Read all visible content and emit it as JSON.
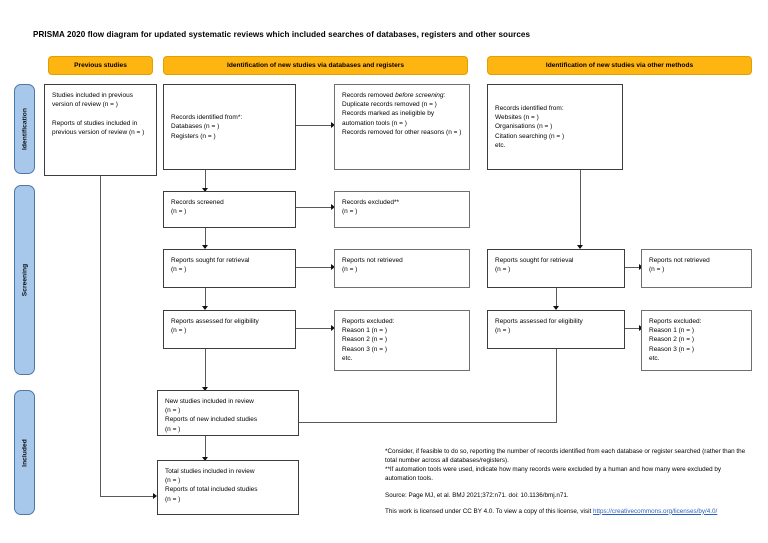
{
  "title": "PRISMA 2020 flow diagram for updated systematic reviews which included searches of databases, registers and other sources",
  "colors": {
    "header_orange": "#FFB511",
    "stage_blue": "#A7C7EB",
    "box_border": "#3d3d3d",
    "connector": "#5a5a5a",
    "link_blue": "#2b5fbf"
  },
  "headers": {
    "previous": "Previous studies",
    "databases": "Identification of new studies via databases and registers",
    "other": "Identification of new studies via other methods"
  },
  "stages": {
    "identification": "Identification",
    "screening": "Screening",
    "included": "Included"
  },
  "boxes": {
    "previous_studies": "Studies included in previous version of review (n = )\n\nReports of studies included in previous version of review (n = )",
    "records_identified": "Records identified from*:\n    Databases (n = )\n    Registers (n = )",
    "records_removed_head": "Records removed ",
    "records_removed_head_italic": "before screening:",
    "records_removed_body": "    Duplicate records removed (n = )\n    Records marked as ineligible by automation tools (n = )\n    Records removed for other reasons (n = )",
    "records_screened": "Records screened\n(n = )",
    "records_excluded": "Records excluded**\n(n = )",
    "reports_sought_db": "Reports sought for retrieval\n(n = )",
    "reports_not_retrieved_db": "Reports not retrieved\n(n = )",
    "reports_assessed_db": "Reports assessed for eligibility\n(n = )",
    "reports_excluded_db": "Reports excluded:\n    Reason 1 (n = )\n    Reason 2 (n = )\n    Reason 3 (n = )\n    etc.",
    "records_identified_other": "Records identified from:\n    Websites (n = )\n    Organisations (n = )\n    Citation searching (n = )\n    etc.",
    "reports_sought_other": "Reports sought for retrieval\n(n = )",
    "reports_not_retrieved_other": "Reports not retrieved\n(n = )",
    "reports_assessed_other": "Reports assessed for eligibility\n(n = )",
    "reports_excluded_other": "Reports excluded:\n    Reason 1 (n = )\n    Reason 2 (n = )\n    Reason 3 (n = )\n    etc.",
    "new_studies_included": "New studies included in review\n(n = )\nReports of new included studies\n(n = )",
    "total_studies_included": "Total studies included in review\n(n = )\nReports of total included studies\n(n = )"
  },
  "notes": {
    "footnote_1": "*Consider, if feasible to do so, reporting the number of records identified from each database or register searched (rather than the total number across all databases/registers).",
    "footnote_2": "**If automation tools were used, indicate how many records were excluded by a human and how many were excluded by automation tools.",
    "source": "Source: Page MJ, et al. BMJ 2021;372:n71. doi: 10.1136/bmj.n71.",
    "license_text": "This work is licensed under CC BY 4.0. To view a copy of this license, visit",
    "license_url": "https://creativecommons.org/licenses/by/4.0/"
  }
}
